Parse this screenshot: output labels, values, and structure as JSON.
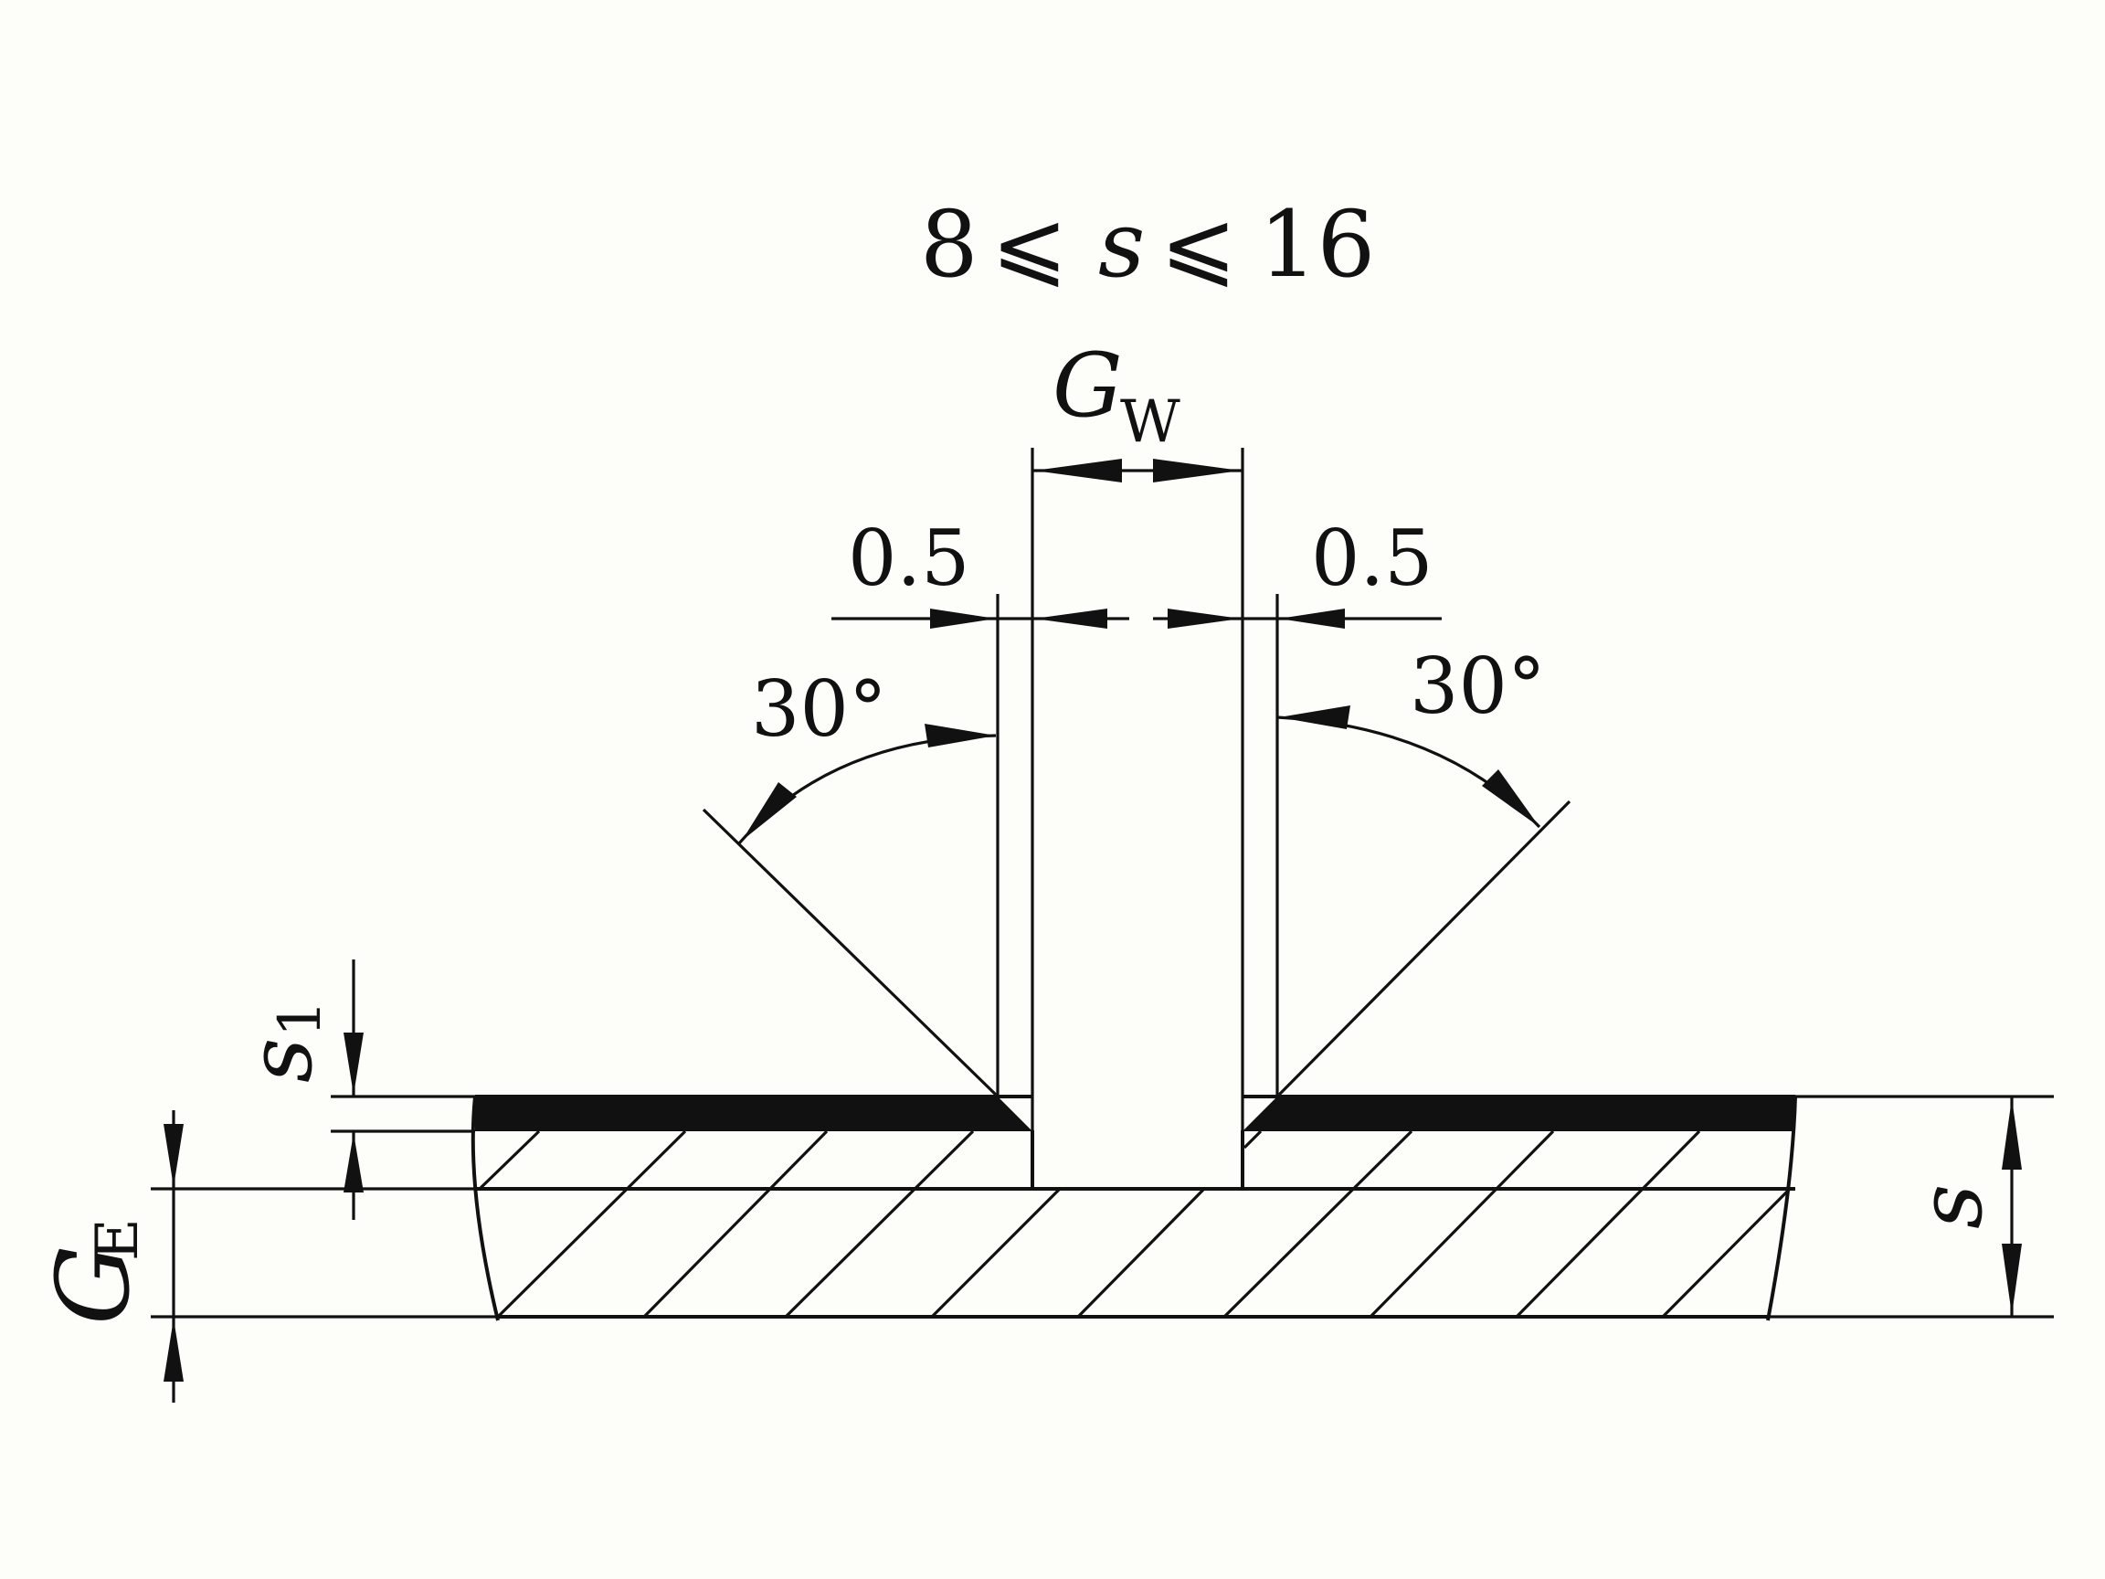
{
  "title": {
    "lhs": "8",
    "op1": "⩽",
    "var": "s",
    "op2": "⩽",
    "rhs": "16"
  },
  "dimensions": {
    "gw_main": "G",
    "gw_sub": "W",
    "gap_left": "0.5",
    "gap_right": "0.5",
    "angle_left": "30°",
    "angle_right": "30°",
    "s1_main": "s",
    "s1_sub": "1",
    "ge_main": "G",
    "ge_sub": "E",
    "s_label": "s"
  },
  "colors": {
    "line": "#111111",
    "background": "#fdfdf9"
  }
}
